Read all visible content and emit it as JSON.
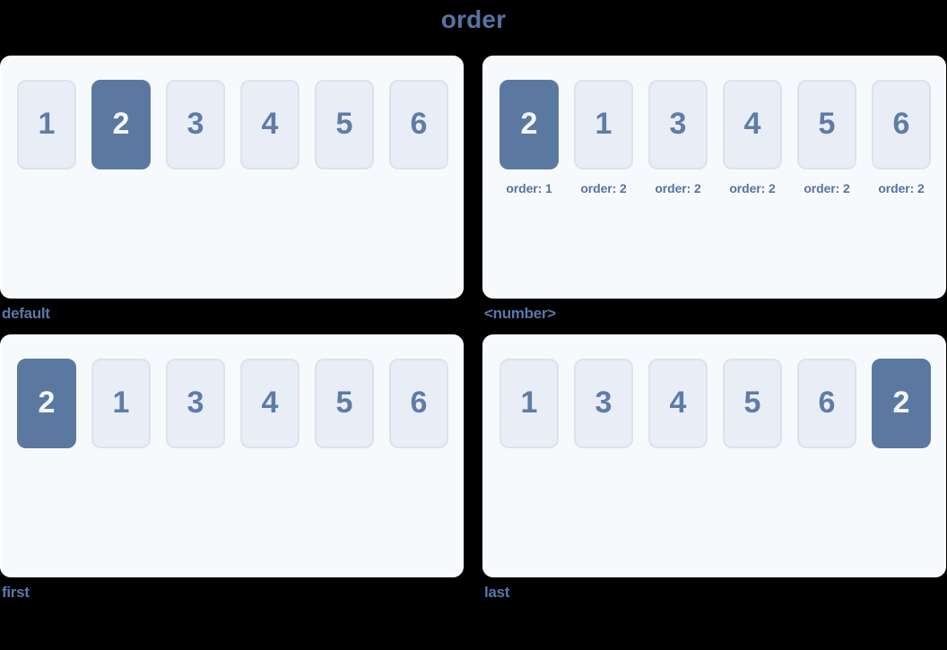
{
  "title": "order",
  "colors": {
    "background": "#000000",
    "title_text": "#5674a1",
    "caption_text": "#5878aa",
    "panel_bg": "#f7fafd",
    "panel_border": "#ffffff",
    "box_bg": "#e9edf6",
    "box_border": "#dbe2ef",
    "box_text": "#5e7ca8",
    "highlight_bg": "#5b79a0",
    "highlight_text": "#f3f6fb",
    "order_label_text": "#54739f"
  },
  "panels": [
    {
      "caption": "default",
      "items": [
        {
          "label": "1",
          "highlight": false
        },
        {
          "label": "2",
          "highlight": true
        },
        {
          "label": "3",
          "highlight": false
        },
        {
          "label": "4",
          "highlight": false
        },
        {
          "label": "5",
          "highlight": false
        },
        {
          "label": "6",
          "highlight": false
        }
      ]
    },
    {
      "caption": "<number>",
      "items": [
        {
          "label": "2",
          "highlight": true,
          "order_label": "order: 1"
        },
        {
          "label": "1",
          "highlight": false,
          "order_label": "order: 2"
        },
        {
          "label": "3",
          "highlight": false,
          "order_label": "order: 2"
        },
        {
          "label": "4",
          "highlight": false,
          "order_label": "order: 2"
        },
        {
          "label": "5",
          "highlight": false,
          "order_label": "order: 2"
        },
        {
          "label": "6",
          "highlight": false,
          "order_label": "order: 2"
        }
      ]
    },
    {
      "caption": "first",
      "items": [
        {
          "label": "2",
          "highlight": true
        },
        {
          "label": "1",
          "highlight": false
        },
        {
          "label": "3",
          "highlight": false
        },
        {
          "label": "4",
          "highlight": false
        },
        {
          "label": "5",
          "highlight": false
        },
        {
          "label": "6",
          "highlight": false
        }
      ]
    },
    {
      "caption": "last",
      "items": [
        {
          "label": "1",
          "highlight": false
        },
        {
          "label": "3",
          "highlight": false
        },
        {
          "label": "4",
          "highlight": false
        },
        {
          "label": "5",
          "highlight": false
        },
        {
          "label": "6",
          "highlight": false
        },
        {
          "label": "2",
          "highlight": true
        }
      ]
    }
  ]
}
